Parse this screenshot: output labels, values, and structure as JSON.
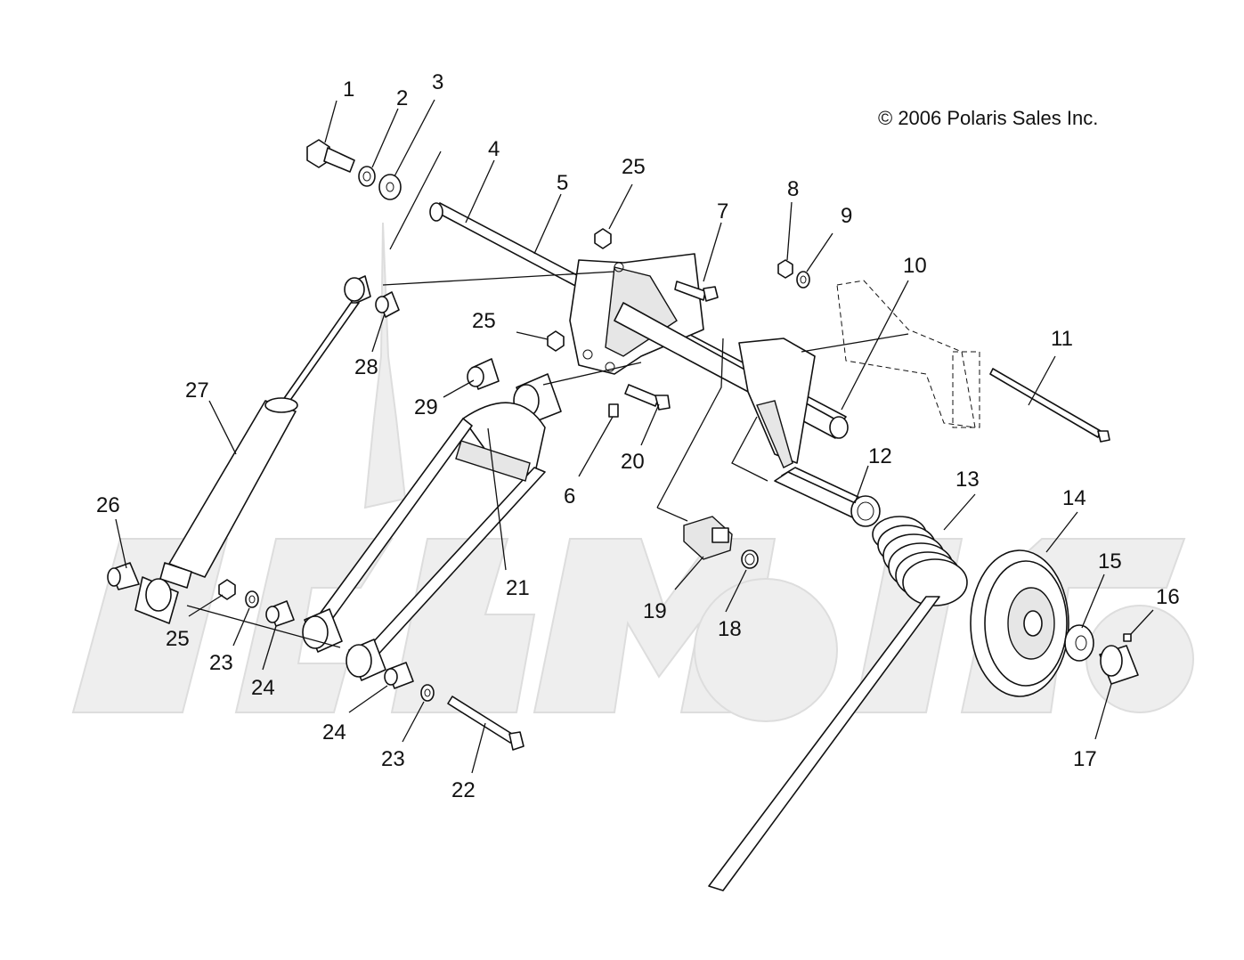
{
  "copyright": "© 2006 Polaris Sales Inc.",
  "callouts": {
    "c1": "1",
    "c2": "2",
    "c3": "3",
    "c4": "4",
    "c5": "5",
    "c25a": "25",
    "c7": "7",
    "c8": "8",
    "c9": "9",
    "c10": "10",
    "c11": "11",
    "c25b": "25",
    "c28": "28",
    "c27": "27",
    "c29": "29",
    "c6": "6",
    "c20": "20",
    "c12": "12",
    "c13": "13",
    "c14": "14",
    "c26": "26",
    "c21": "21",
    "c15": "15",
    "c16": "16",
    "c19": "19",
    "c18": "18",
    "c25c": "25",
    "c23a": "23",
    "c24a": "24",
    "c17": "17",
    "c24b": "24",
    "c23b": "23",
    "c22": "22"
  }
}
